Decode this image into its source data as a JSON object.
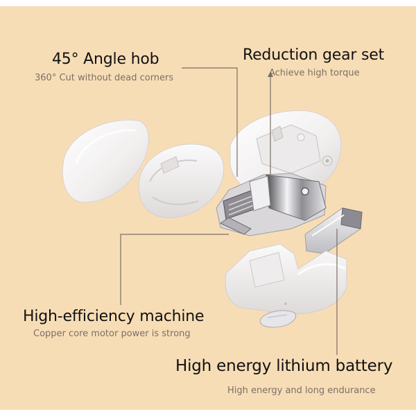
{
  "callouts": {
    "angle_hob": {
      "title": "45°  Angle hob",
      "subtitle": "360°  Cut without dead corners"
    },
    "reduction_gear": {
      "title": "Reduction gear set",
      "subtitle": "Achieve high torque"
    },
    "machine": {
      "title": "High-efficiency machine",
      "subtitle": "Copper core motor power is strong"
    },
    "battery": {
      "title": "High energy lithium battery",
      "subtitle": "High energy and long endurance"
    }
  },
  "colors": {
    "background": "#f7ddb6",
    "part_white": "#f6f4f3",
    "leader_line": "#7a6f66"
  }
}
